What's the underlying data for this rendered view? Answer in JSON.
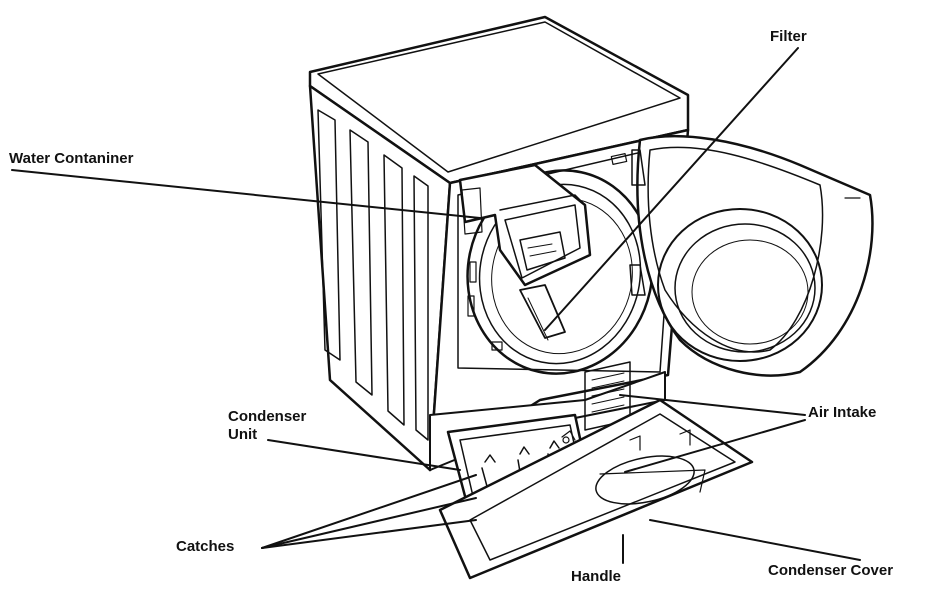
{
  "labels": {
    "filter": "Filter",
    "water_container": "Water Contaniner",
    "condenser_unit_line1": "Condenser",
    "condenser_unit_line2": "Unit",
    "air_intake": "Air Intake",
    "catches": "Catches",
    "handle": "Handle",
    "condenser_cover": "Condenser Cover"
  },
  "colors": {
    "ink": "#111111",
    "background": "#ffffff"
  }
}
